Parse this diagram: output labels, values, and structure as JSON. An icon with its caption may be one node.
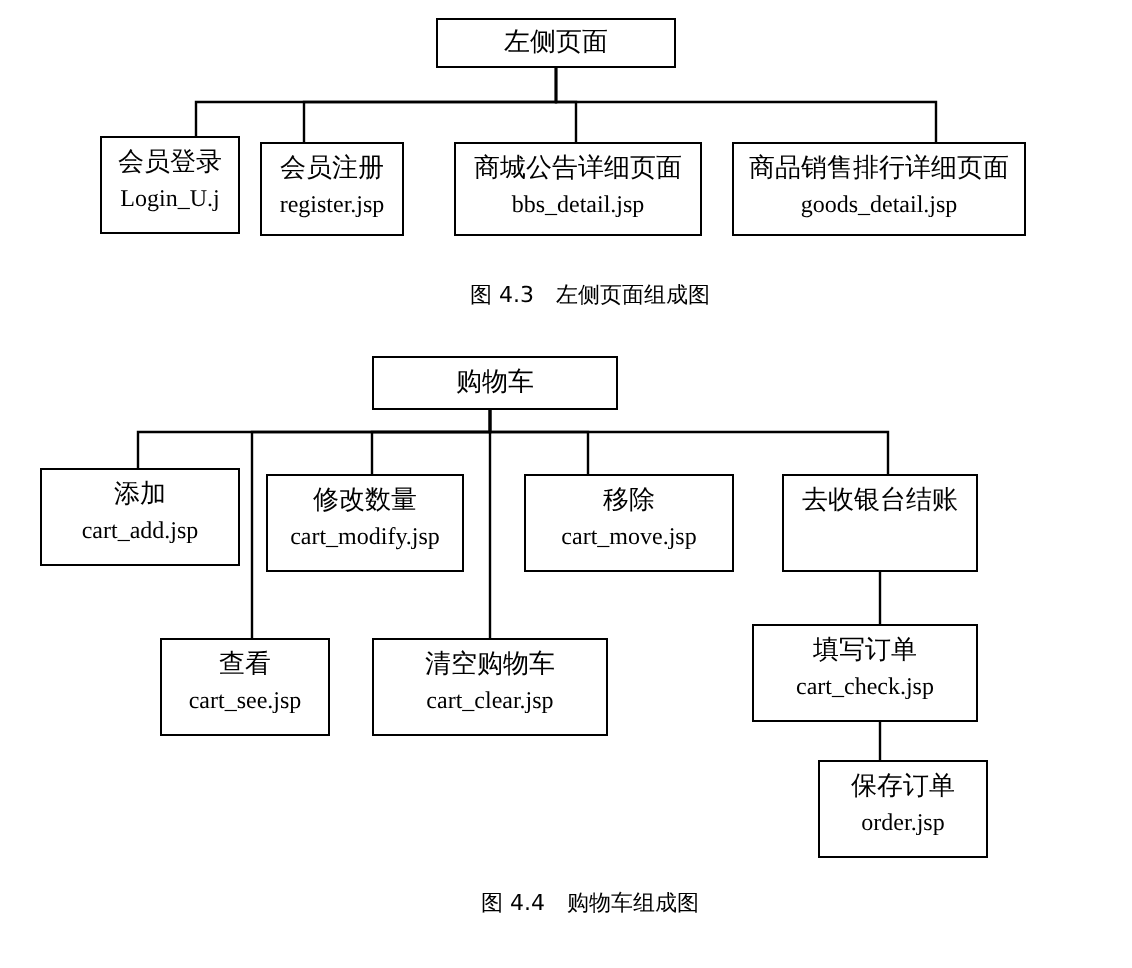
{
  "diagram": {
    "nodes": [
      {
        "text": [
          "左侧页面"
        ]
      },
      {
        "text": [
          "会员登录",
          "Login_U.j"
        ]
      },
      {
        "text": [
          "会员注册",
          "register.jsp"
        ]
      },
      {
        "text": [
          "商城公告详细页面",
          "bbs_detail.jsp"
        ]
      },
      {
        "text": [
          "商品销售排行详细页面",
          "goods_detail.jsp"
        ]
      },
      {
        "text": [
          "购物车"
        ]
      },
      {
        "text": [
          "添加",
          "cart_add.jsp"
        ]
      },
      {
        "text": [
          "修改数量",
          "cart_modify.jsp"
        ]
      },
      {
        "text": [
          "移除",
          "cart_move.jsp"
        ]
      },
      {
        "text": [
          "去收银台结账"
        ]
      },
      {
        "text": [
          "查看",
          "cart_see.jsp"
        ]
      },
      {
        "text": [
          "清空购物车",
          "cart_clear.jsp"
        ]
      },
      {
        "text": [
          "填写订单",
          "cart_check.jsp"
        ]
      },
      {
        "text": [
          "保存订单",
          "order.jsp"
        ]
      }
    ],
    "edges": [
      {
        "from": 0,
        "to": 1,
        "arrow": "none"
      },
      {
        "from": 0,
        "to": 2,
        "arrow": "none"
      },
      {
        "from": 0,
        "to": 3,
        "arrow": "none"
      },
      {
        "from": 0,
        "to": 4,
        "arrow": "none"
      },
      {
        "from": 5,
        "to": 6,
        "arrow": "none"
      },
      {
        "from": 5,
        "to": 10,
        "arrow": "none"
      },
      {
        "from": 5,
        "to": 7,
        "arrow": "none"
      },
      {
        "from": 5,
        "to": 11,
        "arrow": "none"
      },
      {
        "from": 5,
        "to": 8,
        "arrow": "none"
      },
      {
        "from": 5,
        "to": 9,
        "arrow": "none"
      },
      {
        "from": 9,
        "to": 12,
        "arrow": "none"
      },
      {
        "from": 12,
        "to": 13,
        "arrow": "none"
      }
    ],
    "labels": [
      "图 4.3　左侧页面组成图",
      "图 4.4　购物车组成图"
    ]
  }
}
